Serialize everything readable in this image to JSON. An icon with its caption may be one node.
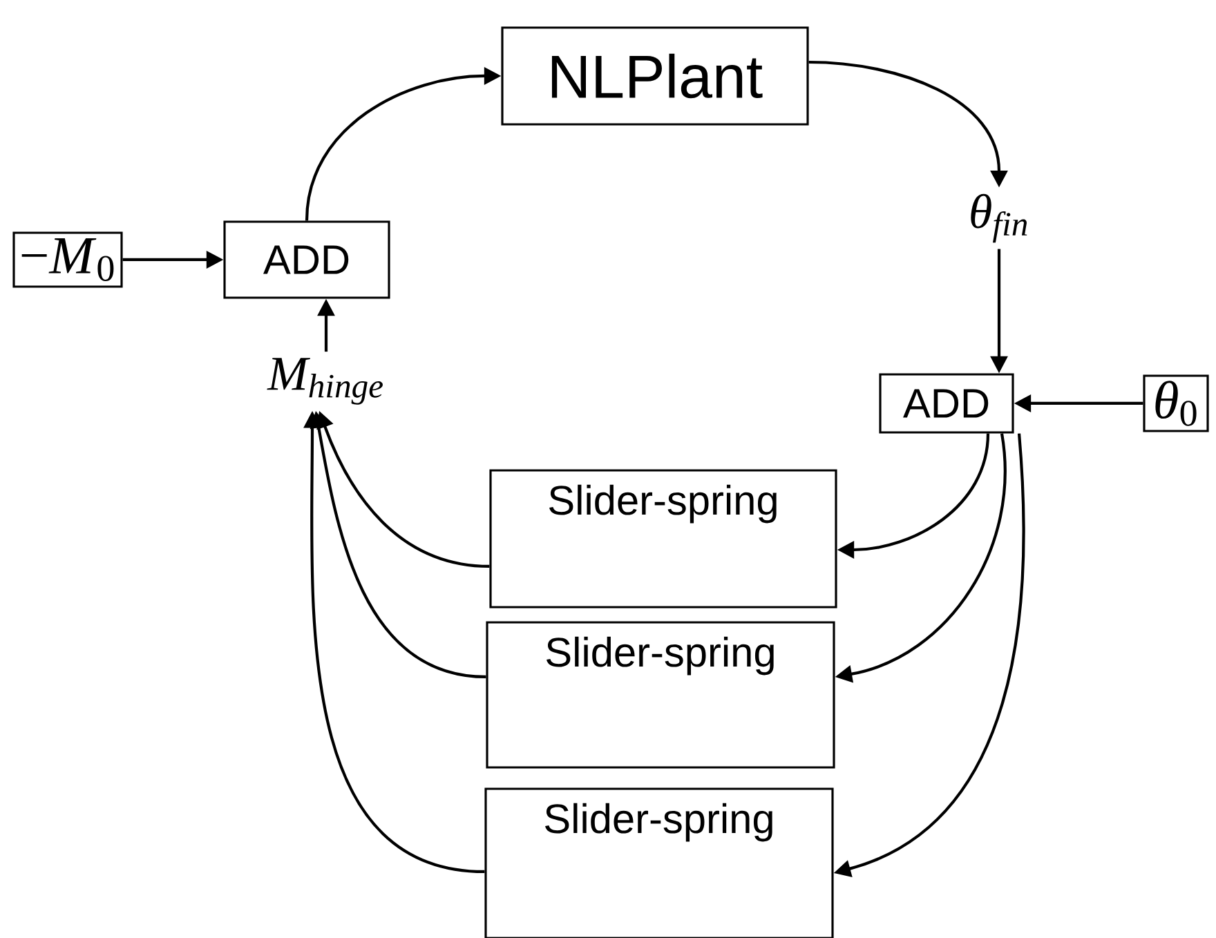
{
  "diagram": {
    "nodes": [
      {
        "text": [
          "−*M*$_{0}$"
        ]
      },
      {
        "text": [
          "ADD"
        ]
      },
      {
        "text": [
          "NLPlant"
        ]
      },
      {
        "text": [
          "θ$_{fin}$"
        ]
      },
      {
        "text": [
          "M$_{hinge}$"
        ]
      },
      {
        "text": [
          "ADD"
        ]
      },
      {
        "text": [
          "*θ*$_{0}$"
        ]
      },
      {
        "text": [
          "Slider-spring"
        ]
      },
      {
        "text": [
          "Slider-spring"
        ]
      },
      {
        "text": [
          "Slider-spring"
        ]
      }
    ],
    "edges": [
      {
        "from": 0,
        "to": 1,
        "arrow": "to"
      },
      {
        "from": 1,
        "to": 2,
        "arrow": "to"
      },
      {
        "from": 2,
        "to": 3,
        "arrow": "to"
      },
      {
        "from": 3,
        "to": 5,
        "arrow": "to"
      },
      {
        "from": 6,
        "to": 5,
        "arrow": "to"
      },
      {
        "from": 4,
        "to": 1,
        "arrow": "to"
      },
      {
        "from": 5,
        "to": 7,
        "arrow": "to"
      },
      {
        "from": 5,
        "to": 8,
        "arrow": "to"
      },
      {
        "from": 5,
        "to": 9,
        "arrow": "to"
      },
      {
        "from": 7,
        "to": 4,
        "arrow": "to"
      },
      {
        "from": 8,
        "to": 4,
        "arrow": "to"
      },
      {
        "from": 9,
        "to": 4,
        "arrow": "to"
      }
    ]
  }
}
